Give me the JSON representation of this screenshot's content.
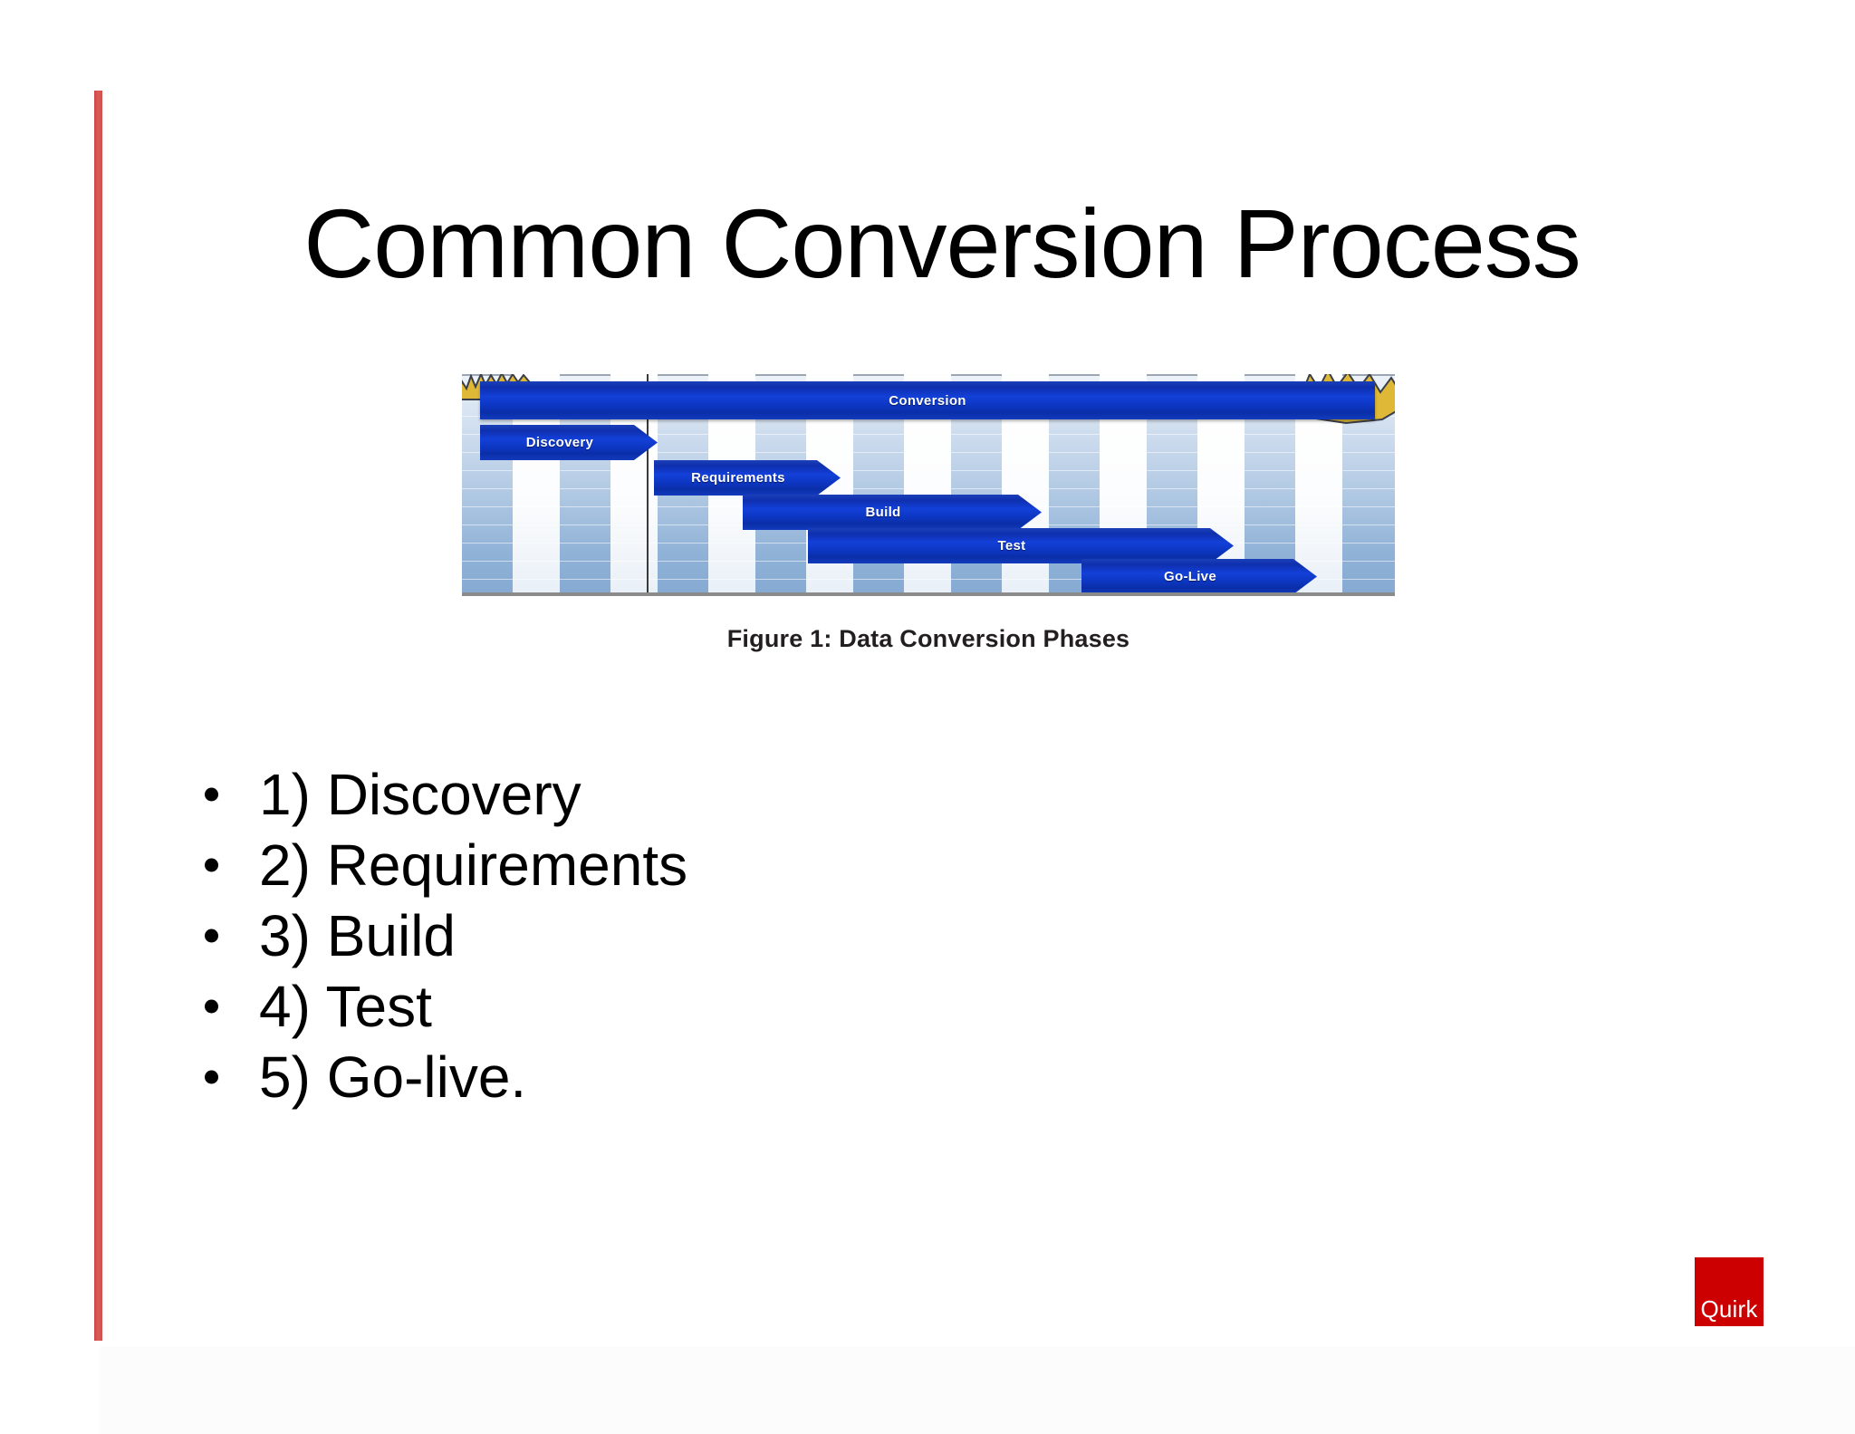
{
  "slide": {
    "title": "Common Conversion Process",
    "accent_color": "#d9534f",
    "background_color": "#ffffff"
  },
  "figure": {
    "caption": "Figure 1: Data Conversion Phases",
    "bar_color": "#0f2fae",
    "burst_color": "#e0b838",
    "phases": [
      {
        "label": "Conversion",
        "start_pct": 2,
        "end_pct": 98,
        "row": 0
      },
      {
        "label": "Discovery",
        "start_pct": 2,
        "end_pct": 22,
        "row": 1
      },
      {
        "label": "Requirements",
        "start_pct": 20,
        "end_pct": 40,
        "row": 2
      },
      {
        "label": "Build",
        "start_pct": 30,
        "end_pct": 62,
        "row": 3
      },
      {
        "label": "Test",
        "start_pct": 37,
        "end_pct": 83,
        "row": 4
      },
      {
        "label": "Go-Live",
        "start_pct": 66,
        "end_pct": 91,
        "row": 5
      }
    ]
  },
  "bullets": {
    "items": [
      {
        "label": "1) Discovery"
      },
      {
        "label": "2) Requirements"
      },
      {
        "label": "3) Build"
      },
      {
        "label": "4) Test"
      },
      {
        "label": "5) Go-live."
      }
    ]
  },
  "logo": {
    "text": "Quirk",
    "color": "#cc0000"
  }
}
